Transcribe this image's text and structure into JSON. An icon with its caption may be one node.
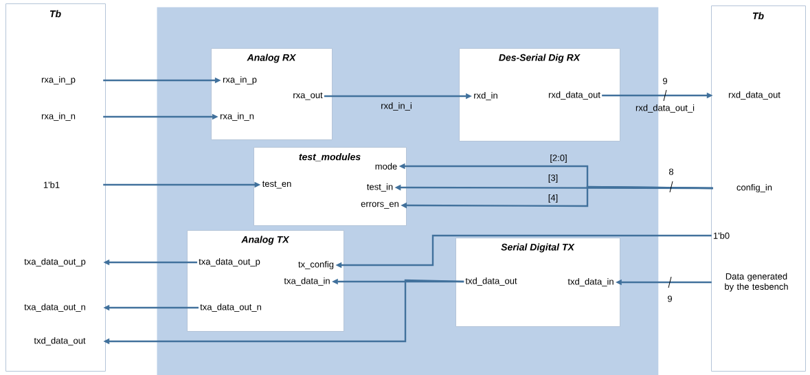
{
  "diagram": {
    "nodes": [
      {
        "text": [
          "Tb"
        ]
      },
      {
        "text": [],
        "shape": "box"
      },
      {
        "text": [
          "Tb"
        ]
      },
      {
        "text": [
          "Analog RX"
        ],
        "in": 1
      },
      {
        "text": [
          "Des-Serial Dig RX"
        ],
        "in": 1
      },
      {
        "text": [
          "test_modules"
        ],
        "in": 1
      },
      {
        "text": [
          "Analog TX"
        ],
        "in": 1
      },
      {
        "text": [
          "Serial Digital TX"
        ],
        "in": 1
      },
      {
        "text": [
          "rxa_in_p"
        ],
        "in": 0
      },
      {
        "text": [
          "rxa_in_n"
        ],
        "in": 0
      },
      {
        "text": [
          "1'b1"
        ],
        "in": 0
      },
      {
        "text": [
          "txa_data_out_p"
        ],
        "in": 0
      },
      {
        "text": [
          "txa_data_out_n"
        ],
        "in": 0
      },
      {
        "text": [
          "txd_data_out"
        ],
        "in": 0
      },
      {
        "text": [
          "rxa_in_p"
        ],
        "in": 3
      },
      {
        "text": [
          "rxa_in_n"
        ],
        "in": 3
      },
      {
        "text": [
          "rxa_out"
        ],
        "in": 3
      },
      {
        "text": [
          "rxd_in"
        ],
        "in": 4
      },
      {
        "text": [
          "rxd_data_out"
        ],
        "in": 4
      },
      {
        "text": [
          "mode"
        ],
        "in": 5
      },
      {
        "text": [
          "test_en"
        ],
        "in": 5
      },
      {
        "text": [
          "test_in"
        ],
        "in": 5
      },
      {
        "text": [
          "errors_en"
        ],
        "in": 5
      },
      {
        "text": [
          "txa_data_out_p"
        ],
        "in": 6
      },
      {
        "text": [
          "tx_config"
        ],
        "in": 6
      },
      {
        "text": [
          "txa_data_in"
        ],
        "in": 6
      },
      {
        "text": [
          "txa_data_out_n"
        ],
        "in": 6
      },
      {
        "text": [
          "txd_data_out"
        ],
        "in": 7
      },
      {
        "text": [
          "txd_data_in"
        ],
        "in": 7
      },
      {
        "text": [
          "rxd_data_out"
        ],
        "in": 2
      },
      {
        "text": [
          "config_in"
        ],
        "in": 2
      },
      {
        "text": [
          "1'b0"
        ],
        "in": 2
      },
      {
        "text": [
          "Data generated by the tesbench"
        ],
        "in": 2
      }
    ],
    "edges": [
      {
        "from": 8,
        "to": 14,
        "arrow": "to"
      },
      {
        "from": 9,
        "to": 15,
        "arrow": "to"
      },
      {
        "from": 16,
        "to": 17,
        "arrow": "to",
        "label": "rxd_in_i"
      },
      {
        "from": 18,
        "to": 29,
        "arrow": "to",
        "label": "rxd_data_out_i"
      },
      {
        "from": 10,
        "to": 20,
        "arrow": "to"
      },
      {
        "from": 30,
        "to": 19,
        "arrow": "to",
        "label": "[2:0]"
      },
      {
        "from": 30,
        "to": 21,
        "arrow": "to",
        "label": "[3]"
      },
      {
        "from": 30,
        "to": 22,
        "arrow": "to",
        "label": "[4]"
      },
      {
        "from": 31,
        "to": 24,
        "arrow": "to"
      },
      {
        "from": 32,
        "to": 28,
        "arrow": "to"
      },
      {
        "from": 27,
        "to": 25,
        "arrow": "to"
      },
      {
        "from": 27,
        "to": 13,
        "arrow": "to"
      },
      {
        "from": 23,
        "to": 11,
        "arrow": "to"
      },
      {
        "from": 26,
        "to": 12,
        "arrow": "to"
      }
    ],
    "labels": [
      "9",
      "8",
      "9"
    ]
  }
}
